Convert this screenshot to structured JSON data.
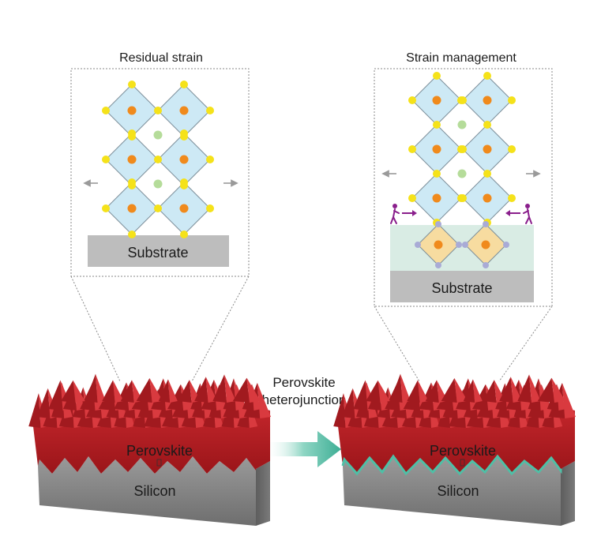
{
  "left_panel": {
    "title": "Residual strain",
    "substrate_label": "Substrate"
  },
  "right_panel": {
    "title": "Strain management",
    "substrate_label": "Substrate"
  },
  "middle": {
    "arrow_label_line1": "Perovskite",
    "arrow_label_line2": "heterojunction"
  },
  "left_device": {
    "top_label": "Perovskite",
    "bottom_label": "Silicon"
  },
  "right_device": {
    "top_label": "Perovskite",
    "bottom_label": "Silicon"
  },
  "colors": {
    "octahedron_fill": "#cde9f5",
    "b_site": "#f08a1c",
    "x_site": "#f5e21a",
    "a_site": "#b5dc9a",
    "substrate": "#bdbdbd",
    "interface_layer": "#d9ece4",
    "interface_octahedron": "#f7dca0",
    "interface_node": "#a9abd6",
    "stress_figure": "#8a1f8c",
    "perovskite_red": "#c4252a",
    "silicon_gray": "#8e8e8e",
    "arrow_green": "#4fbfa6"
  }
}
